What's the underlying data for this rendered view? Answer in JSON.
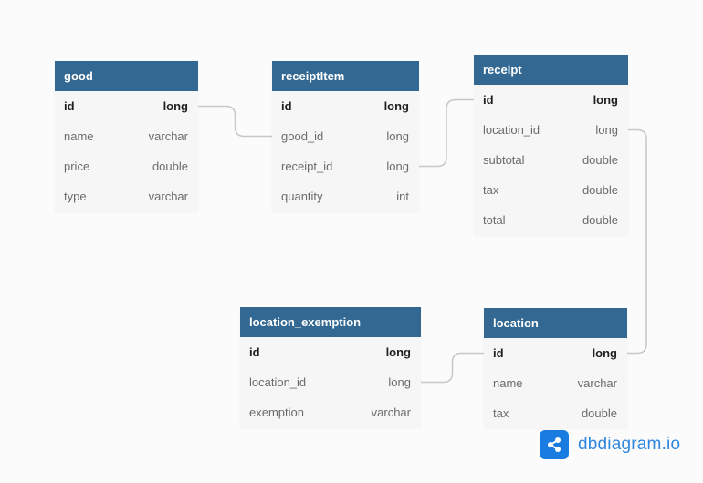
{
  "diagram": {
    "tables": [
      {
        "id": "good",
        "name": "good",
        "fields": [
          {
            "name": "id",
            "type": "long",
            "pk": true
          },
          {
            "name": "name",
            "type": "varchar"
          },
          {
            "name": "price",
            "type": "double"
          },
          {
            "name": "type",
            "type": "varchar"
          }
        ]
      },
      {
        "id": "receiptItem",
        "name": "receiptItem",
        "fields": [
          {
            "name": "id",
            "type": "long",
            "pk": true
          },
          {
            "name": "good_id",
            "type": "long"
          },
          {
            "name": "receipt_id",
            "type": "long"
          },
          {
            "name": "quantity",
            "type": "int"
          }
        ]
      },
      {
        "id": "receipt",
        "name": "receipt",
        "fields": [
          {
            "name": "id",
            "type": "long",
            "pk": true
          },
          {
            "name": "location_id",
            "type": "long"
          },
          {
            "name": "subtotal",
            "type": "double"
          },
          {
            "name": "tax",
            "type": "double"
          },
          {
            "name": "total",
            "type": "double"
          }
        ]
      },
      {
        "id": "location_exemption",
        "name": "location_exemption",
        "fields": [
          {
            "name": "id",
            "type": "long",
            "pk": true
          },
          {
            "name": "location_id",
            "type": "long"
          },
          {
            "name": "exemption",
            "type": "varchar"
          }
        ]
      },
      {
        "id": "location",
        "name": "location",
        "fields": [
          {
            "name": "id",
            "type": "long",
            "pk": true
          },
          {
            "name": "name",
            "type": "varchar"
          },
          {
            "name": "tax",
            "type": "double"
          }
        ]
      }
    ],
    "relations": [
      {
        "from": "good.id",
        "to": "receiptItem.good_id"
      },
      {
        "from": "receiptItem.receipt_id",
        "to": "receipt.id"
      },
      {
        "from": "receipt.location_id",
        "to": "location.id"
      },
      {
        "from": "location_exemption.location_id",
        "to": "location.id"
      }
    ]
  },
  "brand": {
    "name": "dbdiagram.io",
    "logo_icon": "share-nodes-icon",
    "accent": "#1a7ce0"
  },
  "colors": {
    "header": "#326892",
    "row_bg": "#f6f6f6",
    "connector": "#c8c8c8"
  }
}
